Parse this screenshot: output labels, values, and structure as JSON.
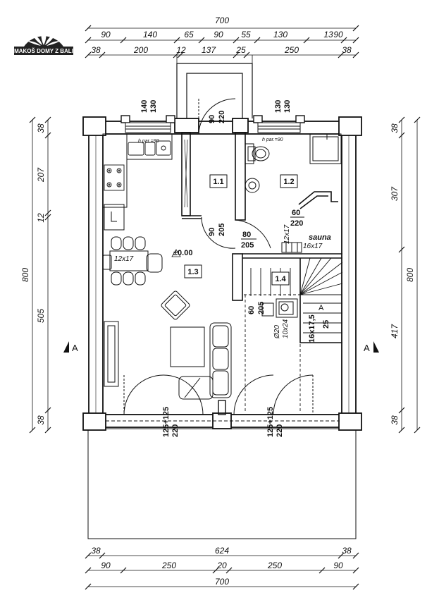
{
  "logo": {
    "text": "MAKOŠ DOMY Z BALI"
  },
  "top_dims": {
    "total": "700",
    "row1": [
      "90",
      "140",
      "65",
      "90",
      "55",
      "130",
      "13",
      "90"
    ],
    "row2": [
      "38",
      "200",
      "12",
      "137",
      "25",
      "250",
      "38"
    ]
  },
  "bottom_dims": {
    "row1": [
      "38",
      "624",
      "38"
    ],
    "row2": [
      "90",
      "250",
      "20",
      "250",
      "90"
    ],
    "total": "700"
  },
  "left_dims": {
    "total": "800",
    "segments": [
      "38",
      "207",
      "12",
      "505",
      "38"
    ]
  },
  "right_dims": {
    "total": "800",
    "segments": [
      "38",
      "307",
      "417",
      "38"
    ]
  },
  "rooms": {
    "r11": "1.1",
    "r12": "1.2",
    "r13": "1.3",
    "r14": "1.4",
    "sauna": "sauna"
  },
  "openings": {
    "win_left_w": "140",
    "win_left_h": "130",
    "win_right_w": "130",
    "win_right_h": "130",
    "door_a_w": "90",
    "door_a_h": "220",
    "door_b_w": "90",
    "door_b_h": "205",
    "door_c_w": "80",
    "door_c_h": "205",
    "door_d_w": "60",
    "door_d_h": "220",
    "door_e_w": "60",
    "door_e_h": "205",
    "terr_left": "125+125",
    "terr_left_h": "220",
    "terr_right": "125+125",
    "terr_right_h": "220"
  },
  "notes": {
    "level": "±0.00",
    "socket_a": "12x17",
    "socket_b": "12x17",
    "socket_c": "16x17",
    "parapet_l": "h par.=90",
    "parapet_r": "h par.=90",
    "stair": "16x17,5",
    "stair_tread": "25",
    "stove_a": "Ø20",
    "stove_b": "10x24",
    "section": "A"
  }
}
